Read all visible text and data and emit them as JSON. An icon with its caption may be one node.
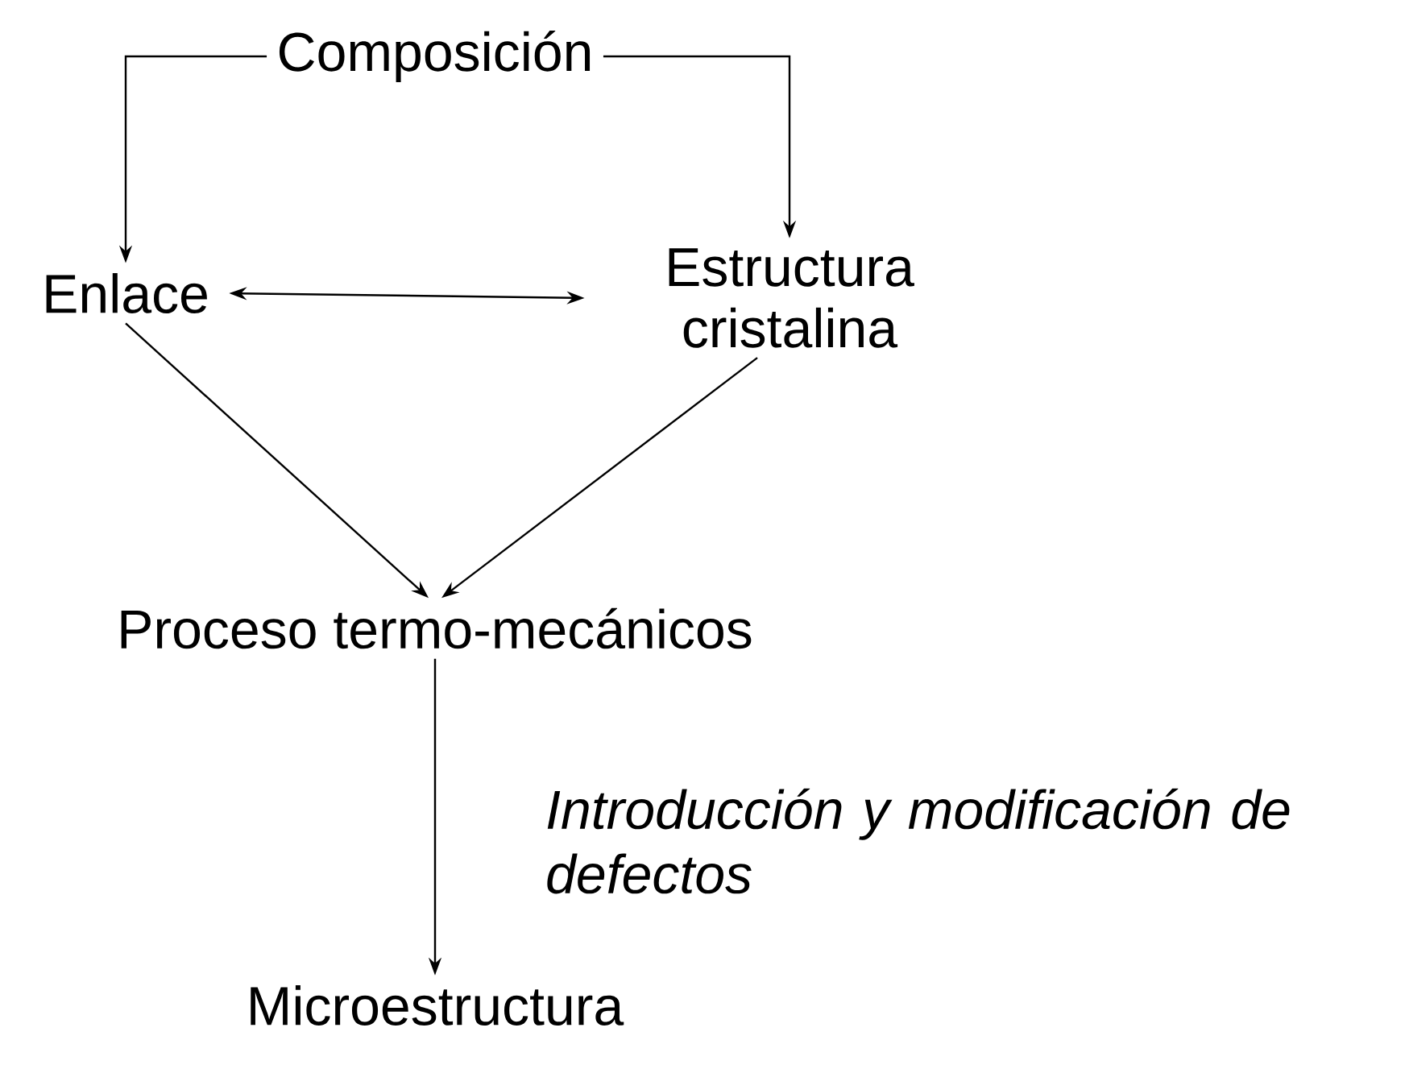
{
  "diagram": {
    "nodes": [
      {
        "text": [
          "Composición"
        ]
      },
      {
        "text": [
          "Enlace"
        ]
      },
      {
        "text": [
          "Estructura cristalina"
        ]
      },
      {
        "text": [
          "Proceso termo-mecánicos"
        ]
      },
      {
        "text": [
          "Microestructura"
        ]
      }
    ],
    "edges": [
      {
        "from": 0,
        "to": 1,
        "arrow": "to"
      },
      {
        "from": 0,
        "to": 2,
        "arrow": "to"
      },
      {
        "from": 1,
        "to": 2,
        "arrow": "both"
      },
      {
        "from": 1,
        "to": 3,
        "arrow": "to"
      },
      {
        "from": 2,
        "to": 3,
        "arrow": "to"
      },
      {
        "from": 3,
        "to": 4,
        "arrow": "to",
        "label": "Introducción y modificación de defectos"
      }
    ]
  }
}
